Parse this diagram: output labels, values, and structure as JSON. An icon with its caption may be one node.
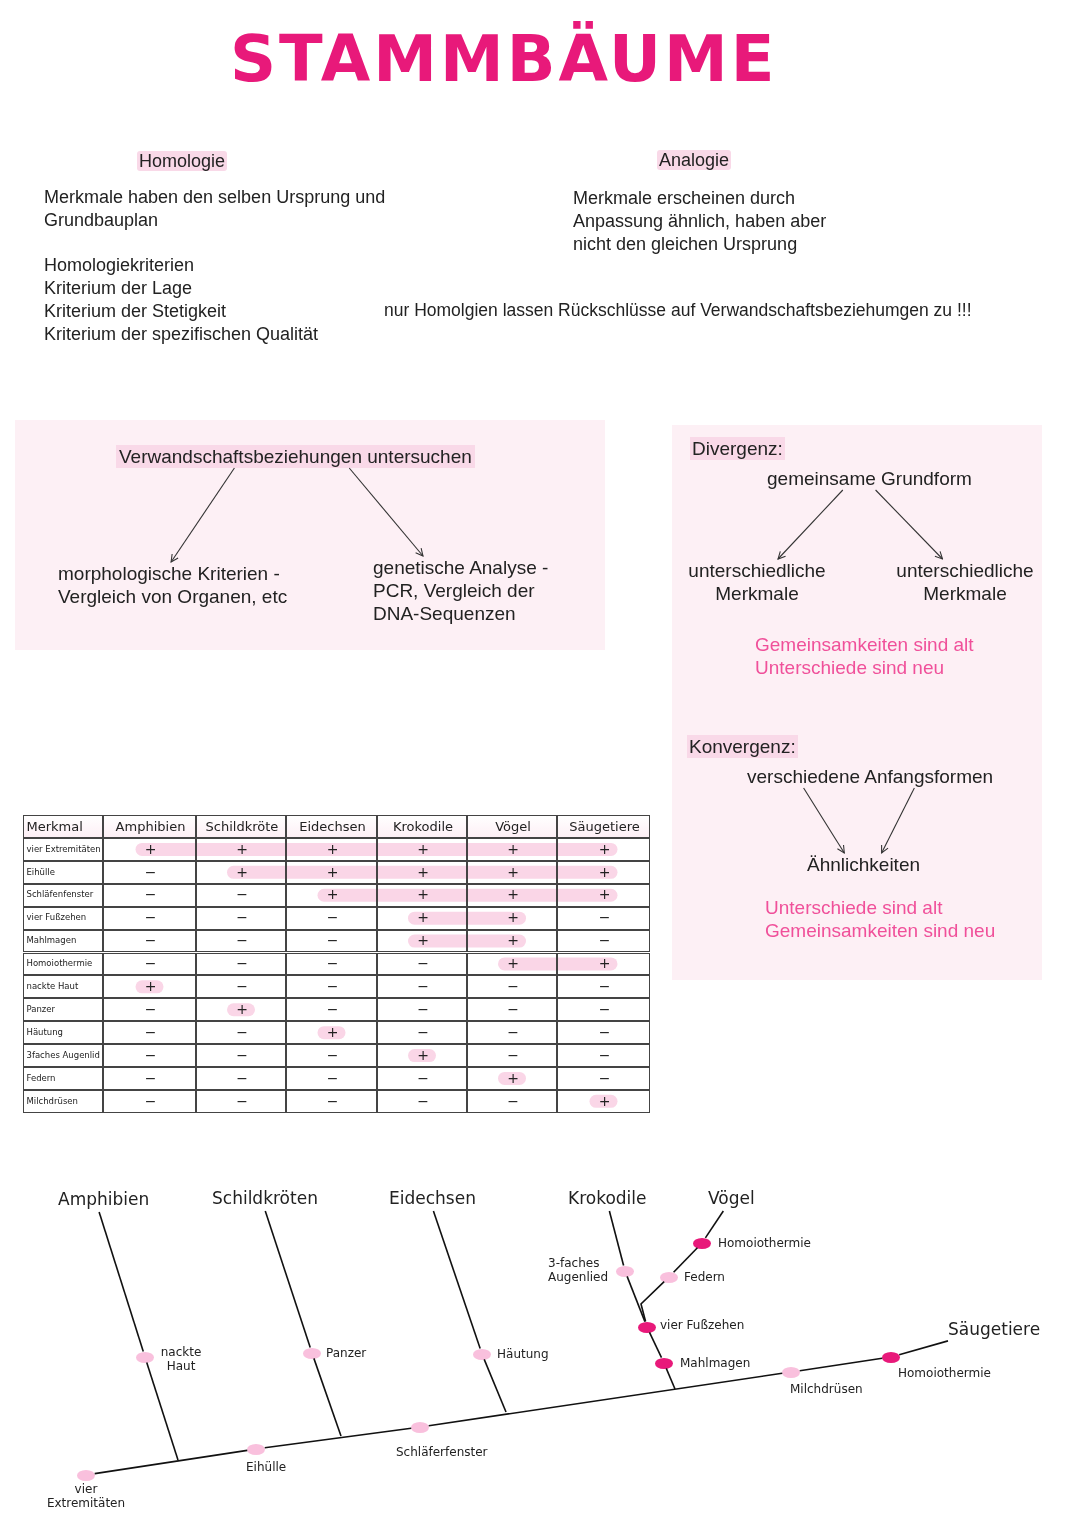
{
  "diagram": {
    "title": "STAMMBÄUME",
    "nodes": [
      {
        "text": [],
        "shape": "box"
      },
      {
        "text": [
          "Verwandschaftsbeziehungen untersuchen"
        ],
        "in": 0
      },
      {
        "text": [
          "morphologische Kriterien -Vergleich von Organen, etc"
        ],
        "in": 0
      },
      {
        "text": [
          "genetische Analyse -PCR, Vergleich der DNA-Sequenzen"
        ],
        "in": 0
      },
      {
        "text": [
          "Divergenz:",
          "Gemeinsamkeiten sind alt Unterschiede sind neu",
          "Konvergenz:",
          "Unterschiede sind alt Gemeinsamkeiten sind neu"
        ]
      },
      {
        "text": [
          "gemeinsame Grundform"
        ],
        "in": 4
      },
      {
        "text": [
          "unterschiedliche Merkmale"
        ],
        "in": 4
      },
      {
        "text": [
          "unterschiedliche Merkmale"
        ],
        "in": 4
      },
      {
        "text": [
          "verschiedene Anfangsformen"
        ],
        "in": 4
      },
      {
        "text": [
          "Ähnlichkeiten"
        ],
        "in": 4
      },
      {
        "text": [
          "Amphibien"
        ]
      },
      {
        "text": [
          "Schildkröten"
        ]
      },
      {
        "text": [
          "Eidechsen"
        ]
      },
      {
        "text": [
          "Krokodile"
        ]
      },
      {
        "text": [
          "Vögel"
        ]
      },
      {
        "text": [
          "Säugetiere"
        ]
      },
      {
        "text": [],
        "shape": "circle",
        "beside": [
          "vier Extremitäten"
        ]
      },
      {
        "text": [],
        "shape": "circle",
        "beside": [
          "nackte Haut"
        ]
      },
      {
        "text": [],
        "shape": "circle",
        "beside": [
          "Eihülle"
        ]
      },
      {
        "text": [],
        "shape": "circle",
        "beside": [
          "Panzer"
        ]
      },
      {
        "text": [],
        "shape": "circle",
        "beside": [
          "Schläferfenster"
        ]
      },
      {
        "text": [],
        "shape": "circle",
        "beside": [
          "Häutung"
        ]
      },
      {
        "text": [],
        "shape": "circle",
        "beside": [
          "Mahlmagen"
        ]
      },
      {
        "text": [],
        "shape": "circle",
        "beside": [
          "vier Fußzehen"
        ]
      },
      {
        "text": [],
        "shape": "circle",
        "beside": [
          "3-faches Augenlied"
        ]
      },
      {
        "text": [],
        "shape": "circle",
        "beside": [
          "Federn"
        ]
      },
      {
        "text": [],
        "shape": "circle",
        "beside": [
          "Homoiothermie"
        ]
      },
      {
        "text": [],
        "shape": "circle",
        "beside": [
          "Milchdrüsen"
        ]
      },
      {
        "text": [],
        "shape": "circle",
        "beside": [
          "Homoiothermie"
        ]
      }
    ],
    "edges": [
      {
        "from": 1,
        "to": 2,
        "arrow": "to"
      },
      {
        "from": 1,
        "to": 3,
        "arrow": "to"
      },
      {
        "from": 5,
        "to": 6,
        "arrow": "to"
      },
      {
        "from": 5,
        "to": 7,
        "arrow": "to"
      },
      {
        "from": 8,
        "to": 9,
        "arrow": "to"
      },
      {
        "from": 8,
        "to": 9,
        "arrow": "to"
      },
      {
        "from": 16,
        "to": 18,
        "arrow": "none"
      },
      {
        "from": 18,
        "to": 20,
        "arrow": "none"
      },
      {
        "from": 20,
        "to": 27,
        "arrow": "none"
      },
      {
        "from": 27,
        "to": 28,
        "arrow": "none"
      },
      {
        "from": 28,
        "to": 15,
        "arrow": "none"
      },
      {
        "from": null,
        "to": 17,
        "arrow": "none"
      },
      {
        "from": 17,
        "to": 10,
        "arrow": "none"
      },
      {
        "from": null,
        "to": 19,
        "arrow": "none"
      },
      {
        "from": 19,
        "to": 11,
        "arrow": "none"
      },
      {
        "from": null,
        "to": 21,
        "arrow": "none"
      },
      {
        "from": 21,
        "to": 12,
        "arrow": "none"
      },
      {
        "from": null,
        "to": 22,
        "arrow": "none"
      },
      {
        "from": 22,
        "to": 23,
        "arrow": "none"
      },
      {
        "from": 23,
        "to": 24,
        "arrow": "none"
      },
      {
        "from": 24,
        "to": 13,
        "arrow": "none"
      },
      {
        "from": 23,
        "to": 25,
        "arrow": "none"
      },
      {
        "from": 25,
        "to": 26,
        "arrow": "none"
      },
      {
        "from": 26,
        "to": 14,
        "arrow": "none"
      }
    ],
    "labels": [
      "Homologie",
      "Merkmale haben den selben Ursprung und Grundbauplan",
      "Homologiekriterien",
      "Kriterium der Lage",
      "Kriterium der Stetigkeit",
      "Kriterium der spezifischen Qualität",
      "Analogie",
      "Merkmale erscheinen durch Anpassung ähnlich, haben aber nicht den gleichen Ursprung",
      "nur Homolgien lassen Rückschlüsse auf Verwandschaftsbeziehumgen zu !!!",
      "Merkmal",
      "Amphibien",
      "Schildkröte",
      "Eidechsen",
      "Krokodile",
      "Vögel",
      "Säugetiere",
      "vier Extremitäten",
      "+",
      "+",
      "+",
      "+",
      "+",
      "+",
      "Eihülle",
      "−",
      "+",
      "+",
      "+",
      "+",
      "+",
      "Schläfenfenster",
      "−",
      "−",
      "+",
      "+",
      "+",
      "+",
      "vier Fußzehen",
      "−",
      "−",
      "−",
      "+",
      "+",
      "−",
      "Mahlmagen",
      "−",
      "−",
      "−",
      "+",
      "+",
      "−",
      "Homoiothermie",
      "−",
      "−",
      "−",
      "−",
      "+",
      "+",
      "nackte Haut",
      "+",
      "−",
      "−",
      "−",
      "−",
      "−",
      "Panzer",
      "−",
      "+",
      "−",
      "−",
      "−",
      "−",
      "Häutung",
      "−",
      "−",
      "+",
      "−",
      "−",
      "−",
      "3faches Augenlid",
      "−",
      "−",
      "−",
      "+",
      "−",
      "−",
      "Federn",
      "−",
      "−",
      "−",
      "−",
      "+",
      "−",
      "Milchdrüsen",
      "−",
      "−",
      "−",
      "−",
      "−",
      "+"
    ]
  }
}
